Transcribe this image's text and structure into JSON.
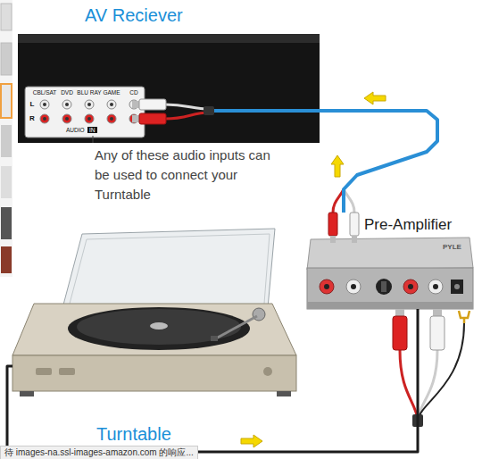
{
  "diagram": {
    "nodes": [
      {
        "text": [
          "AV Reciever"
        ]
      },
      {
        "text": [
          "Pre-Amplifier"
        ]
      },
      {
        "text": [
          "Turntable"
        ]
      }
    ],
    "edges": [
      {
        "from": 2,
        "to": 1,
        "arrow": "to"
      },
      {
        "from": 1,
        "to": 0,
        "arrow": "to"
      }
    ],
    "labels": [
      "CBL/SAT",
      "DVD",
      "BLU RAY",
      "GAME",
      "CD",
      "L",
      "R",
      "AUDIO",
      "IN",
      "Any of these audio inputs can be used to connect your Turntable",
      "PYLE",
      "待 images-na.ssl-images-amazon.com 的响应..."
    ]
  }
}
